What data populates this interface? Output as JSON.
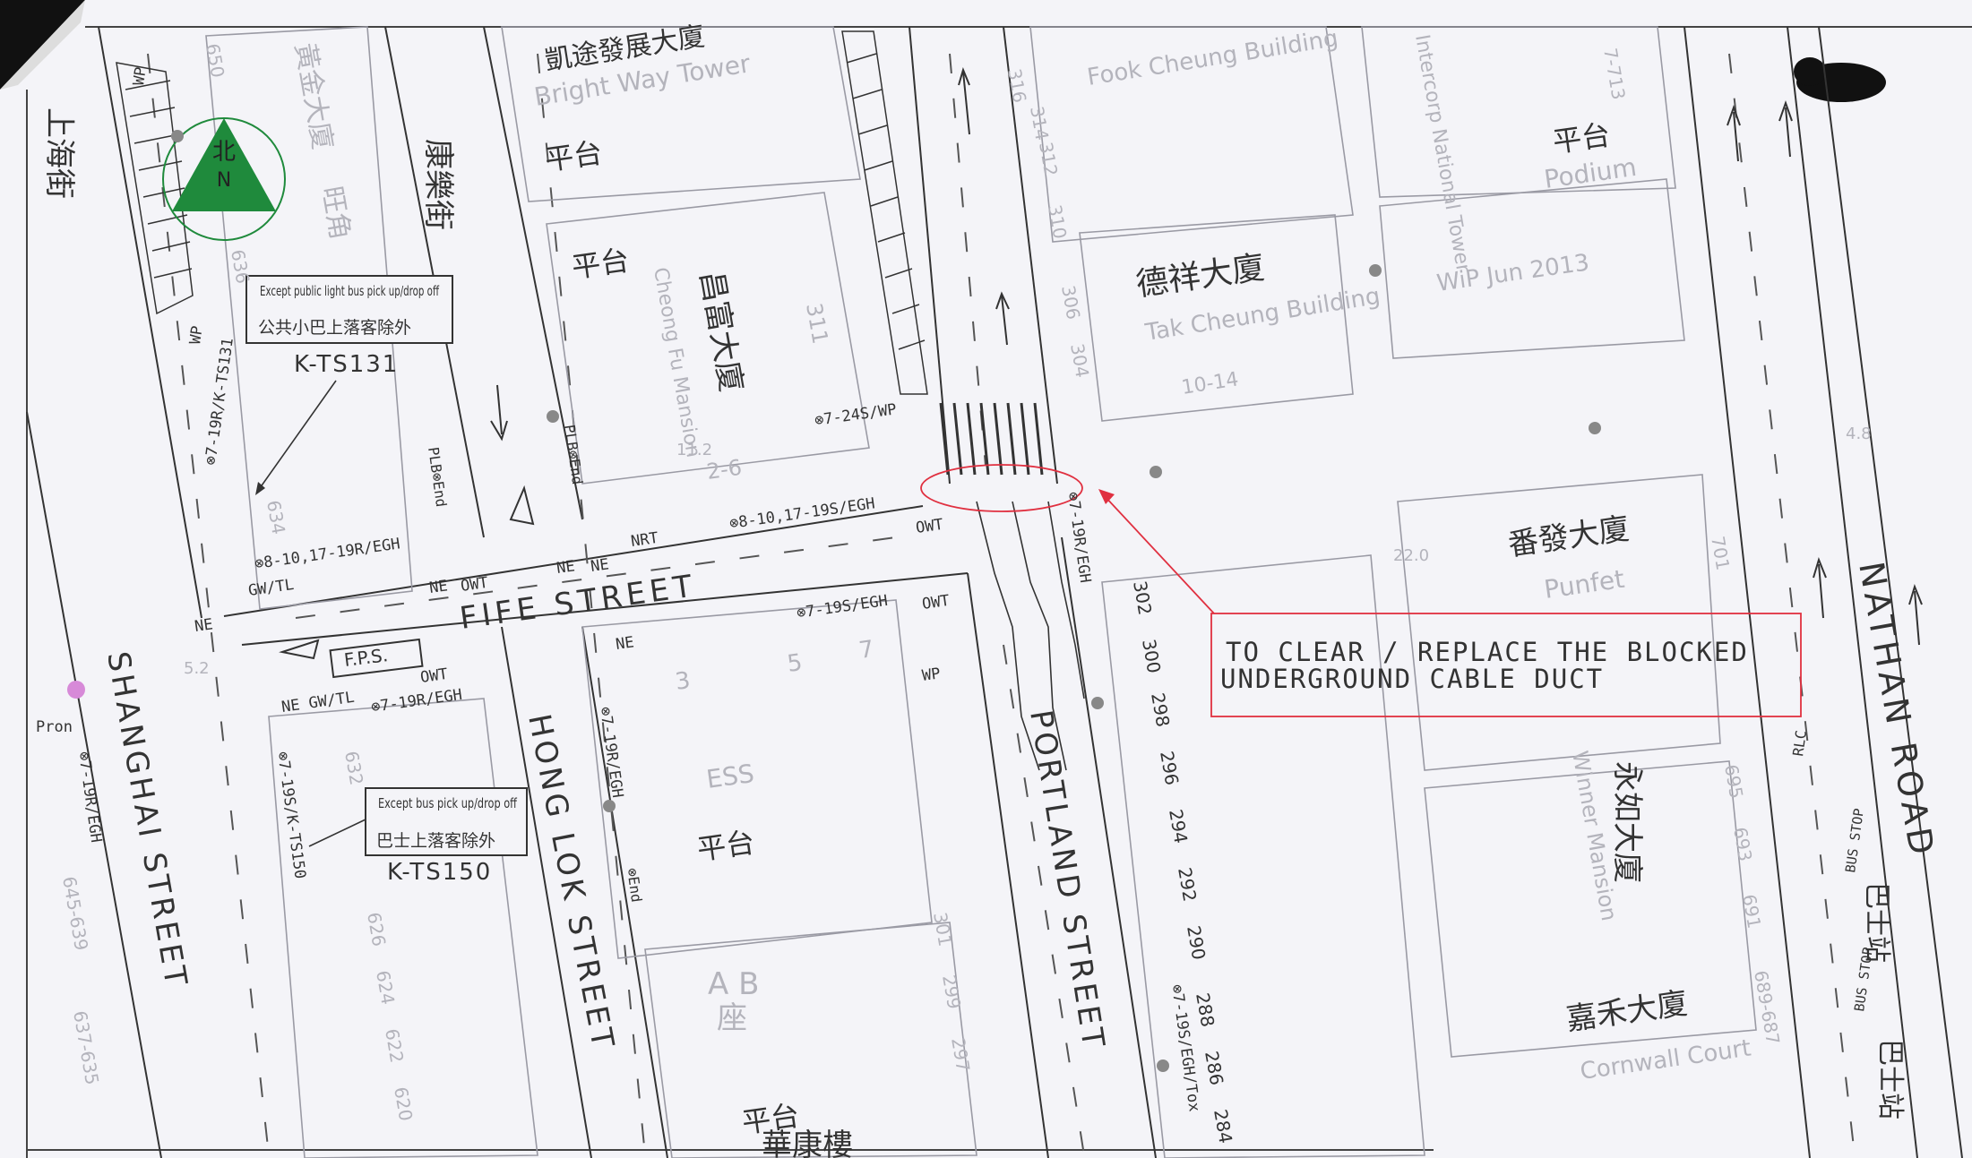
{
  "colors": {
    "paper": "#f4f4f8",
    "ink": "#333333",
    "faint": "#b4b4bc",
    "annotation": "#e03040",
    "north_fill": "#1f8a3c"
  },
  "north_arrow": {
    "chinese": "北",
    "letter": "N"
  },
  "streets": {
    "shanghai_en": "SHANGHAI STREET",
    "shanghai_zh": "上海街",
    "hong_lok_en": "HONG LOK STREET",
    "hong_lok_zh": "康樂街",
    "fife_en": "FIFE STREET",
    "portland_en": "PORTLAND STREET",
    "nathan_en": "NATHAN ROAD"
  },
  "buildings": {
    "bright_way_en": "Bright Way Tower",
    "bright_way_zh": "凱途發展大廈",
    "fook_cheung_en": "Fook Cheung Building",
    "tak_cheung_zh": "德祥大廈",
    "tak_cheung_en": "Tak Cheung Building",
    "tak_cheung_no": "10-14",
    "cheong_fu_zh": "昌富大廈",
    "cheong_fu_en": "Cheong Fu Mansion",
    "punfet_zh": "番發大廈",
    "punfet_en": "Punfet",
    "winner_zh": "永如大廈",
    "winner_en": "Winner Mansion",
    "cornwall_zh": "嘉禾大廈",
    "cornwall_en": "Cornwall Court",
    "ab_line1": "A B",
    "ab_line2": "座",
    "wah_hong_zh": "華康樓",
    "wang_kok_zh": "旺角",
    "golden_zh": "黃金大廈",
    "interocean_en": "Intercorp National Tower",
    "wip": "WiP Jun 2013",
    "podium_en": "Podium",
    "podium_zh": "平台",
    "ess": "ESS",
    "fps": "F.P.S.",
    "block_311": "311",
    "block_2_6": "2-6",
    "block_3": "3",
    "block_5": "5",
    "block_7": "7"
  },
  "notices": {
    "minibus_en": "Except public light bus pick up/drop off",
    "minibus_zh": "公共小巴上落客除外",
    "minibus_code": "K-TS131",
    "bus_en": "Except bus pick up/drop off",
    "bus_zh": "巴士上落客除外",
    "bus_code": "K-TS150"
  },
  "annotation": {
    "line1": "TO CLEAR / REPLACE THE BLOCKED",
    "line2": "UNDERGROUND CABLE DUCT"
  },
  "restrictions": {
    "r1": "⊗7-19R/K-TS131",
    "r2": "⊗8-10,17-19R/EGH",
    "r3": "⊗7-24S/WP",
    "r4": "⊗8-10,17-19S/EGH",
    "r5": "⊗7-19S/EGH",
    "r6": "⊗7-19R/EGH",
    "r7": "⊗7-19R/EGH",
    "r8": "⊗7-19S/K-TS150",
    "r9": "⊗7-19R/EGH",
    "r10": "⊗7-19R/EGH",
    "r11": "⊗7-19S/EGH/Tox",
    "plb_end": "PLB⊗End",
    "plb_end2": "PLB⊗End",
    "end": "⊗End",
    "nrt": "NRT",
    "owt": "OWT",
    "ne": "NE",
    "wp": "WP",
    "gw_tl": "GW/TL",
    "ne_gw_tl": "NE GW/TL",
    "rlc": "RLC",
    "pron": "Pron",
    "bus_stop": "BUS STOP",
    "bus_stop_zh": "巴士站"
  },
  "numbers": {
    "n316": "316",
    "n314": "314",
    "n312": "312",
    "n310": "310",
    "n306": "306",
    "n304": "304",
    "n302": "302",
    "n300": "300",
    "n298": "298",
    "n296": "296",
    "n294": "294",
    "n292": "292",
    "n290": "290",
    "n288": "288",
    "n286": "286",
    "n284": "284",
    "n301": "301",
    "n299": "299",
    "n297": "297",
    "n626": "626",
    "n624": "624",
    "n622": "622",
    "n620": "620",
    "n632": "632",
    "n634": "634",
    "n636": "636",
    "n650": "650",
    "n645": "645-639",
    "n637": "637-635",
    "n695": "695",
    "n693": "693",
    "n691": "691",
    "n689": "689-687",
    "n701": "701",
    "n713": "7-713",
    "lvl_52": "5.2",
    "lvl_220": "22.0",
    "lvl_48": "4.8",
    "lvl_112": "11.2"
  }
}
